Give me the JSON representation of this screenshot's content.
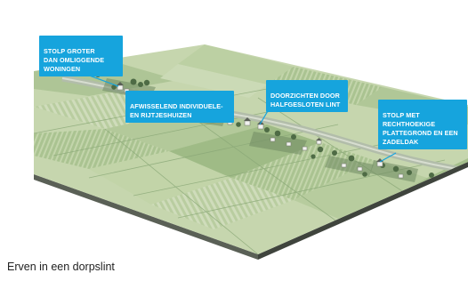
{
  "callouts": {
    "stolp_groter": "STOLP GROTER\nDAN OMLIGGENDE\nWONINGEN",
    "afwisselend": "AFWISSELEND INDIVIDUELE-\nEN RIJTJESHUIZEN",
    "doorzichten": "DOORZICHTEN DOOR\nHALFGESLOTEN LINT",
    "stolp_met": "STOLP MET\nRECHTHOEKIGE\nPLATTEGROND EN EEN\nZADELDAK"
  },
  "caption": "Erven in een dorpslint",
  "colors": {
    "callout_bg": "#16a4dd",
    "field_light": "#c9d8b3",
    "field_mid": "#aec596",
    "field_dark": "#8fae78",
    "road": "#b8c0b0",
    "ground_edge": "#4a4f47"
  }
}
